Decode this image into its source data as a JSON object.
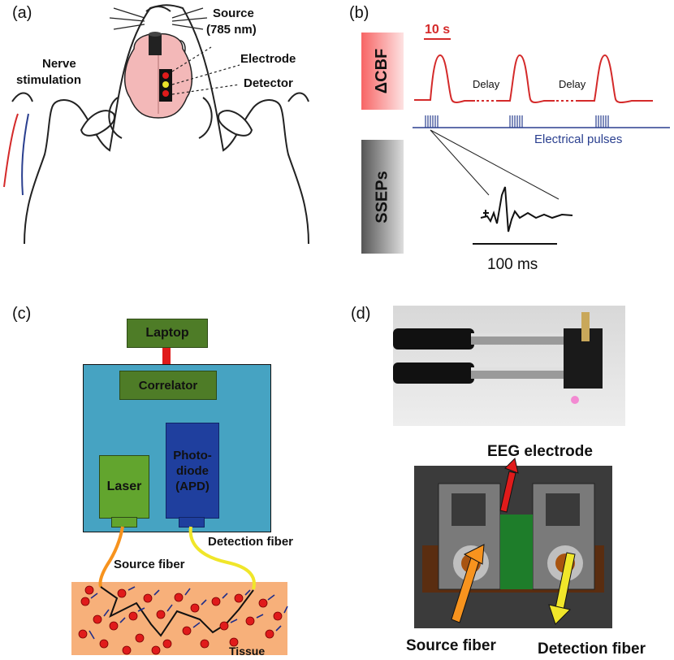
{
  "panel_a": {
    "label": "(a)",
    "source_line1": "Source",
    "source_line2": "(785 nm)",
    "electrode": "Electrode",
    "detector": "Detector",
    "nerve_line1": "Nerve",
    "nerve_line2": "stimulation"
  },
  "panel_b": {
    "label": "(b)",
    "cbf_label": "ΔCBF",
    "sseps_label": "SSEPs",
    "scale_time": "10 s",
    "delay1": "Delay",
    "delay2": "Delay",
    "pulses_label": "Electrical pulses",
    "scale_ms": "100 ms"
  },
  "panel_c": {
    "label": "(c)",
    "laptop": "Laptop",
    "correlator": "Correlator",
    "laser": "Laser",
    "photodiode_line1": "Photo-",
    "photodiode_line2": "diode",
    "photodiode_line3": "(APD)",
    "detection_fiber": "Detection fiber",
    "source_fiber": "Source fiber",
    "tissue": "Tissue"
  },
  "panel_d": {
    "label": "(d)",
    "eeg_electrode": "EEG electrode",
    "source_fiber": "Source fiber",
    "detection_fiber": "Detection fiber"
  },
  "colors": {
    "cbf_red": "#d42a2a",
    "pulse_blue": "#2a3f8f",
    "box_outer": "#46a3c2",
    "box_green": "#4e7c27",
    "laser_green": "#62a52e",
    "apd_blue": "#1f3f9e",
    "tissue": "#f7b07a",
    "particle_red": "#e01b1b",
    "source_fiber": "#f7931e",
    "detection_fiber": "#f0e62a"
  }
}
